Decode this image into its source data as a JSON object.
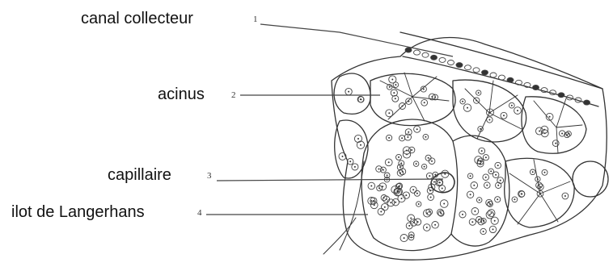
{
  "labels": [
    {
      "text": "canal collecteur",
      "number": "1"
    },
    {
      "text": "acinus",
      "number": "2"
    },
    {
      "text": "capillaire",
      "number": "3"
    },
    {
      "text": "ilot de Langerhans",
      "number": "4"
    }
  ]
}
